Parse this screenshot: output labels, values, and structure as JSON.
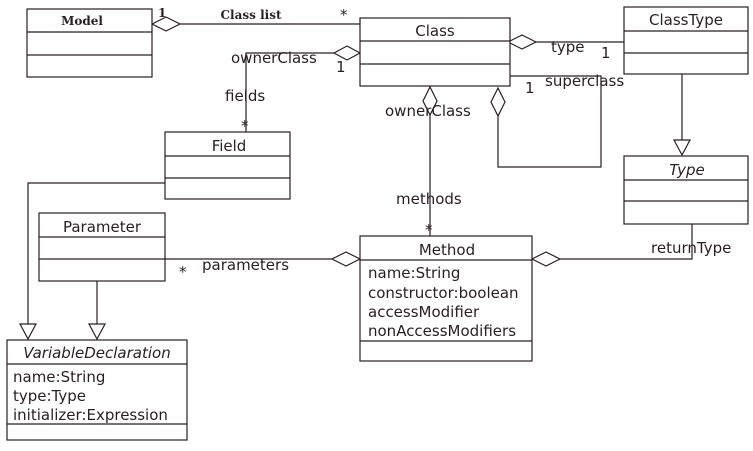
{
  "classes": {
    "model": {
      "name": "Model"
    },
    "class": {
      "name": "Class"
    },
    "classtype": {
      "name": "ClassType"
    },
    "type": {
      "name": "Type"
    },
    "field": {
      "name": "Field"
    },
    "parameter": {
      "name": "Parameter"
    },
    "method": {
      "name": "Method",
      "attributes": [
        "name:String",
        "constructor:boolean",
        "accessModifier",
        "nonAccessModifiers"
      ]
    },
    "variabledeclaration": {
      "name": "VariableDeclaration",
      "attributes": [
        "name:String",
        "type:Type",
        "initializer:Expression"
      ]
    }
  },
  "associations": {
    "class_list": {
      "label": "Class list",
      "source_mult": "1",
      "target_mult": "*"
    },
    "type": {
      "label": "type",
      "mult": "1"
    },
    "superclass": {
      "label": "superclass",
      "mult": "1"
    },
    "owner_class_field": {
      "label": "ownerClass",
      "mult": "1"
    },
    "fields": {
      "label": "fields",
      "mult": "*"
    },
    "owner_class_method": {
      "label": "ownerClass"
    },
    "methods": {
      "label": "methods",
      "mult": "*"
    },
    "parameters": {
      "label": "parameters",
      "mult": "*"
    },
    "return_type": {
      "label": "returnType"
    }
  }
}
